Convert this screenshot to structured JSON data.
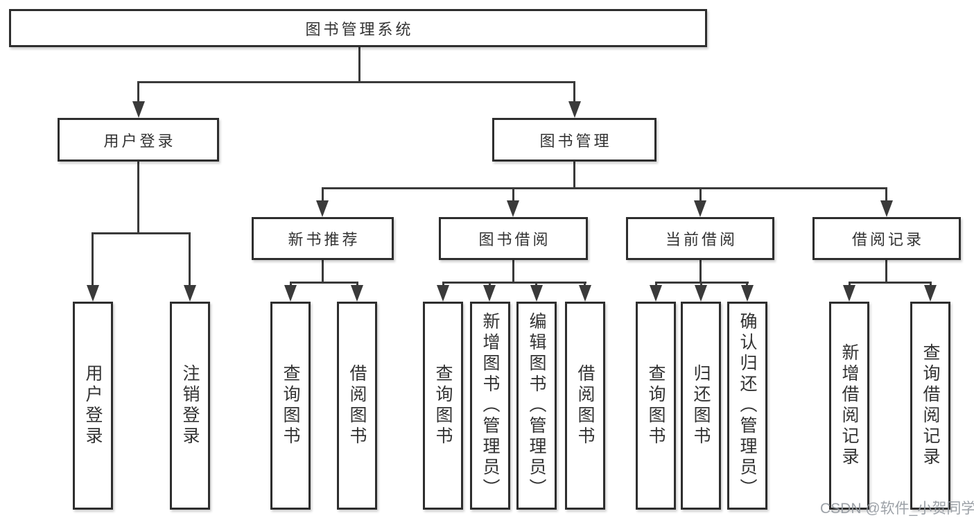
{
  "tree": {
    "root": {
      "label": "图书管理系统"
    },
    "user_login": {
      "label": "用户登录",
      "children": [
        "用户登录",
        "注销登录"
      ]
    },
    "book_mgmt": {
      "label": "图书管理"
    },
    "new_books": {
      "label": "新书推荐",
      "children": [
        "查询图书",
        "借阅图书"
      ]
    },
    "borrowing": {
      "label": "图书借阅",
      "children": [
        "查询图书",
        "新增图书（管理员）",
        "编辑图书（管理员）",
        "借阅图书"
      ]
    },
    "current": {
      "label": "当前借阅",
      "children": [
        "查询图书",
        "归还图书",
        "确认归还（管理员）"
      ]
    },
    "records": {
      "label": "借阅记录",
      "children": [
        "新增借阅记录",
        "查询借阅记录"
      ]
    }
  },
  "watermark": {
    "text": "CSDN @软件_小贺同学"
  },
  "colors": {
    "line": "#3a3a3a",
    "border": "#2e2e2e",
    "text": "#333333",
    "watermark": "#94999f",
    "background": "#ffffff"
  }
}
